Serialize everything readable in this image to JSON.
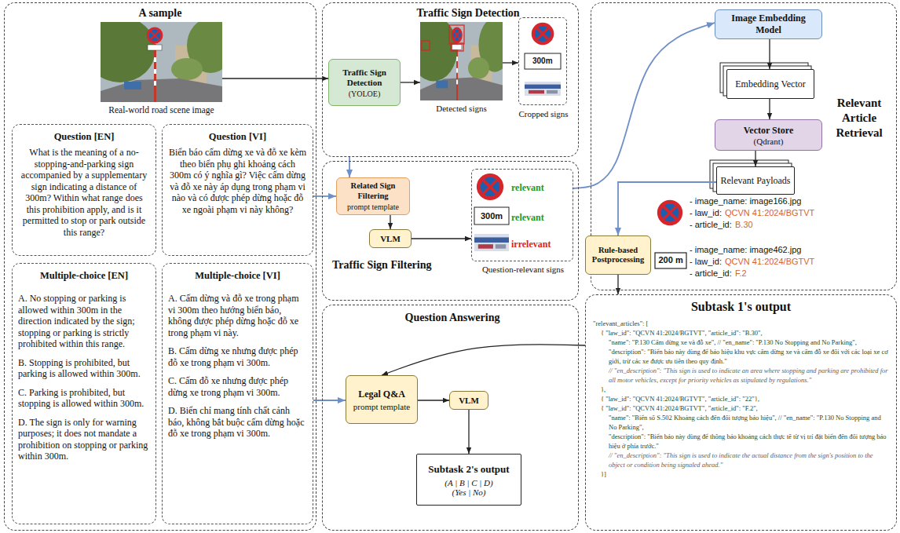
{
  "diagram": {
    "nodes": [
      {
        "text": [
          "A sample"
        ]
      },
      {
        "text": [
          "Real-world road scene image"
        ],
        "in": 0
      },
      {
        "text": [
          "Question [EN]",
          "What is the meaning of a no-stopping-and-parking sign accompanied by a supplementary sign indicating a distance of 300m? Within what range does this prohibition apply, and is it permitted to stop or park outside this range?"
        ],
        "in": 0
      },
      {
        "text": [
          "Question [VI]",
          "Biển báo cấm dừng xe và đỗ xe kèm theo biển phụ ghi khoảng cách 300m có ý nghĩa gì? Việc cấm dừng và đỗ xe này áp dụng trong phạm vi nào và có được phép dừng hoặc đỗ xe ngoài phạm vi này không?"
        ],
        "in": 0
      },
      {
        "text": [
          "Multiple-choice [EN]",
          "A. No stopping or parking is allowed within 300m in the direction indicated by the sign; stopping or parking is strictly prohibited within this range.",
          "B. Stopping is prohibited, but parking is allowed within 300m.",
          "C. Parking is prohibited, but stopping is allowed within 300m.",
          "D. The sign is only for warning purposes; it does not mandate a prohibition on stopping or parking within 300m."
        ],
        "in": 0
      },
      {
        "text": [
          "Multiple-choice [VI]",
          "A. Cấm dừng và đỗ xe trong phạm vi 300m theo hướng biển báo, không được phép dừng hoặc đỗ xe trong phạm vi này.",
          "B. Cấm dừng xe nhưng được phép đỗ xe trong phạm vi 300m.",
          "C. Cấm đỗ xe nhưng được phép dừng xe trong phạm vi 300m.",
          "D. Biển chỉ mang tính chất cảnh báo, không bắt buộc cấm dừng hoặc đỗ xe trong phạm vi 300m."
        ],
        "in": 0
      },
      {
        "text": [
          "Traffic Sign Detection"
        ]
      },
      {
        "text": [
          "Traffic Sign Detection",
          "(YOLOE)"
        ],
        "in": 6
      },
      {
        "text": [
          "Detected signs"
        ],
        "in": 6
      },
      {
        "text": [
          "Cropped signs"
        ],
        "in": 6
      },
      {
        "text": [
          "Traffic Sign Filtering"
        ]
      },
      {
        "text": [
          "Related Sign Filtering",
          "prompt template"
        ],
        "in": 10
      },
      {
        "text": [
          "VLM"
        ],
        "in": 10
      },
      {
        "text": [
          "relevant",
          "relevant",
          "irrelevant",
          "Question-relevant signs"
        ],
        "in": 10
      },
      {
        "text": [
          "Question Answering"
        ]
      },
      {
        "text": [
          "Legal Q&A",
          "prompt template"
        ],
        "in": 14
      },
      {
        "text": [
          "VLM"
        ],
        "in": 14
      },
      {
        "text": [
          "Subtask 2's output",
          "(A | B | C | D)",
          "(Yes | No)"
        ],
        "in": 14
      },
      {
        "text": [
          "Relevant Article Retrieval"
        ]
      },
      {
        "text": [
          "Image Embedding Model"
        ],
        "in": 18
      },
      {
        "text": [
          "Embedding Vector"
        ],
        "in": 18
      },
      {
        "text": [
          "Vector Store",
          "(Qdrant)"
        ],
        "in": 18
      },
      {
        "text": [
          "Relevant Payloads"
        ],
        "in": 18
      },
      {
        "text": [
          "Rule-based Postprocessing"
        ]
      },
      {
        "text": [
          "Subtask 1's output",
          "\"relevant_articles\": [",
          "{ \"law_id\": \"QCVN 41:2024/BGTVT\", \"article_id\": \"B.30\",",
          "\"name\": \"P.130 Cấm dừng xe và đỗ xe\", // \"en_name\": \"P.130 No Stopping and No Parking\",",
          "\"description\": \"Biển báo này dùng để báo hiệu khu vực cấm dừng xe và cấm đỗ xe đối với các loại xe cơ giới, trừ các xe được ưu tiên theo quy định.\"",
          "// \"en_description\": \"This sign is used to indicate an area where stopping and parking are prohibited for all motor vehicles, except for priority vehicles as stipulated by regulations.\"",
          "},",
          "{ \"law_id\": \"QCVN 41:2024/BGTVT\", \"article_id\": \"22\"},",
          "{ \"law_id\": \"QCVN 41:2024/BGTVT\", \"article_id\": \"F.2\",",
          "\"name\": \"Biển số S.502 Khoảng cách đến đối tượng báo hiệu\", // \"en_name\": \"P.130 No Stopping and No Parking\",",
          "\"description\": \"Biển báo này dùng để thông báo khoảng cách thực tế từ vị trí đặt biển đến đối tượng báo hiệu ở phía trước.\"",
          "// \"en_description\": \"This sign is used to indicate the actual distance from the sign's position to the object or condition being signaled ahead.\"",
          "}]"
        ]
      }
    ],
    "edges": [
      {
        "from": 1,
        "to": 7,
        "arrow": "to"
      },
      {
        "from": 7,
        "to": 8,
        "arrow": "to"
      },
      {
        "from": 8,
        "to": 9,
        "arrow": "to"
      },
      {
        "from": 6,
        "to": 11,
        "arrow": "to"
      },
      {
        "from": 3,
        "to": 11,
        "arrow": "to"
      },
      {
        "from": 11,
        "to": 12,
        "arrow": "to"
      },
      {
        "from": 12,
        "to": 13,
        "arrow": "to"
      },
      {
        "from": 13,
        "to": 19,
        "arrow": "to"
      },
      {
        "from": 19,
        "to": 20,
        "arrow": "to"
      },
      {
        "from": 20,
        "to": 21,
        "arrow": "to"
      },
      {
        "from": 21,
        "to": 22,
        "arrow": "to"
      },
      {
        "from": 22,
        "to": 23,
        "arrow": "to"
      },
      {
        "from": 23,
        "to": 24,
        "arrow": "to"
      },
      {
        "from": 24,
        "to": 15,
        "arrow": "to"
      },
      {
        "from": 5,
        "to": 15,
        "arrow": "to"
      },
      {
        "from": 15,
        "to": 16,
        "arrow": "to"
      },
      {
        "from": 16,
        "to": 17,
        "arrow": "to"
      }
    ],
    "labels": [
      "- image_name: image166.jpg",
      "- law_id:",
      "QCVN 41:2024/BGTVT",
      "- article_id:",
      "B.30",
      "- image_name: image462.jpg",
      "- law_id:",
      "QCVN 41:2024/BGTVT",
      "- article_id:",
      "F.2",
      "300m",
      "300m",
      "200 m"
    ]
  }
}
